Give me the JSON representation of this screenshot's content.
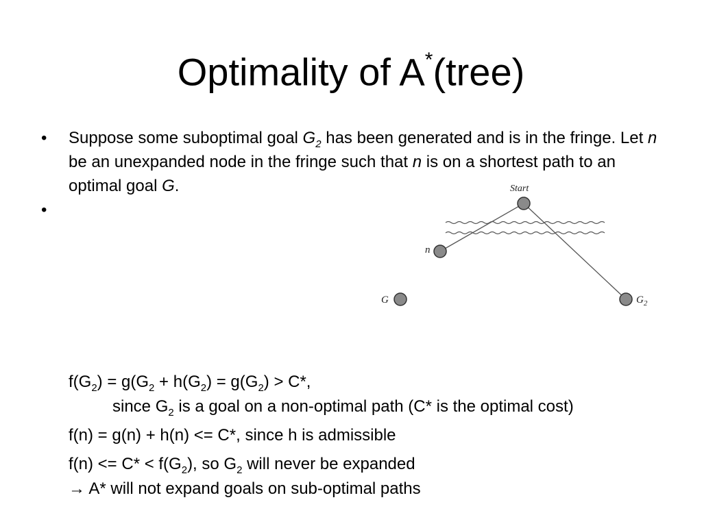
{
  "slide": {
    "title": {
      "main": "Optimality of A",
      "sup": "*",
      "rest": "(tree)"
    },
    "bullet1": {
      "p1": "Suppose some suboptimal goal ",
      "g": "G",
      "g_sub": "2",
      "p2": " has been generated and is in the fringe. Let ",
      "n1": "n",
      "p3": " be an unexpanded node in the fringe such that ",
      "n2": "n",
      "p4": " is on a shortest path to an optimal goal ",
      "g_opt": "G",
      "p5": "."
    },
    "bullet_symbol": "•"
  },
  "diagram": {
    "labels": {
      "start": "Start",
      "n": "n",
      "g": "G",
      "g2": "G",
      "g2_sub": "2"
    },
    "colors": {
      "node_fill": "#8a8a8a",
      "node_stroke": "#333333",
      "line": "#555555"
    }
  },
  "equations": {
    "line1": {
      "a": "f(G",
      "s1": "2",
      "b": ") = g(G",
      "s2": "2",
      "c": " + h(G",
      "s3": "2",
      "d": ") = g(G",
      "s4": "2",
      "e": ") > C*,"
    },
    "line2": {
      "a": "since G",
      "s1": "2",
      "b": " is a goal on a non-optimal path (C* is the optimal cost)"
    },
    "line3": "f(n) = g(n) + h(n) <= C*, since h is admissible",
    "line4": {
      "a": "f(n) <= C* < f(G",
      "s1": "2",
      "b": "), so G",
      "s2": "2",
      "c": " will never be expanded"
    },
    "line5": {
      "arrow": "→",
      "text": " A* will not expand goals on sub-optimal paths"
    }
  }
}
